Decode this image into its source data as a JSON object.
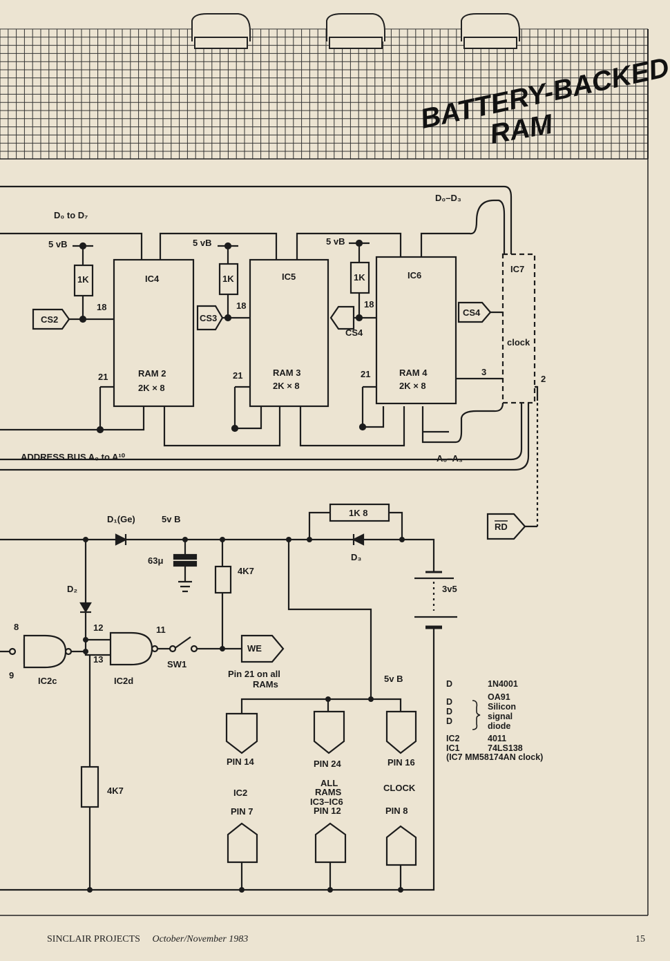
{
  "title": {
    "line1": "BATTERY-BACKED",
    "line2": "RAM"
  },
  "footer": {
    "publication": "SINCLAIR PROJECTS",
    "issue": "October/November 1983",
    "page_number": "15"
  },
  "upper_circuit": {
    "data_bus_label": "D₀ to D₇",
    "data_bus_ic7_label": "D₀–D₃",
    "address_bus_label": "ADDRESS BUS A₀ to A¹⁰",
    "address_bus_ic7_label": "A₀–A₃",
    "supply_labels": [
      "5 vB",
      "5 vB",
      "5 vB"
    ],
    "resistor_labels": [
      "1K",
      "1K",
      "1K"
    ],
    "pin_labels": {
      "p18": "18",
      "p21": "21",
      "p3": "3",
      "p2": "2"
    },
    "chips": [
      {
        "id": "IC4",
        "name": "RAM 2",
        "size": "2K × 8"
      },
      {
        "id": "IC5",
        "name": "RAM 3",
        "size": "2K × 8"
      },
      {
        "id": "IC6",
        "name": "RAM 4",
        "size": "2K × 8"
      }
    ],
    "clock_chip": {
      "id": "IC7",
      "name": "clock"
    },
    "chip_selects": [
      "CS2",
      "CS3",
      "CS4",
      "CS4"
    ],
    "read_signal": "RD"
  },
  "lower_circuit": {
    "diode_d1": "D₁(Ge)",
    "supply_5vb": "5v B",
    "capacitor": "63μ",
    "resistor_top": "4K7",
    "resistor_1k8": "1K 8",
    "diode_d3": "D₃",
    "battery": "3v5",
    "diode_d2": "D₂",
    "gate_pins": {
      "p8": "8",
      "p9": "9",
      "p12": "12",
      "p13": "13",
      "p11": "11"
    },
    "gate_c": "IC2c",
    "gate_d": "IC2d",
    "switch": "SW1",
    "we_signal": "WE",
    "we_note": [
      "Pin 21 on all",
      "RAMs"
    ],
    "supply_5vb_right": "5v B",
    "resistor_bottom": "4K7",
    "top_pins": [
      "PIN 14",
      "PIN 24",
      "PIN 16"
    ],
    "ground_labels": [
      {
        "lines": [
          "IC2",
          "PIN 7"
        ]
      },
      {
        "lines": [
          "ALL",
          "RAMS",
          "IC3–IC6",
          "PIN 12"
        ]
      },
      {
        "lines": [
          "CLOCK",
          "PIN 8"
        ]
      }
    ]
  },
  "parts_key": [
    {
      "ref": "D",
      "value": "1N4001"
    },
    {
      "ref": "D",
      "value": "OA91"
    },
    {
      "ref": "D",
      "value": "Silicon"
    },
    {
      "ref": "D",
      "value": "signal"
    },
    {
      "ref": "",
      "value": "diode"
    },
    {
      "ref": "IC2",
      "value": "4011"
    },
    {
      "ref": "IC1",
      "value": "74LS138"
    },
    {
      "ref": "",
      "value": "(IC7 MM58174AN clock)"
    }
  ]
}
